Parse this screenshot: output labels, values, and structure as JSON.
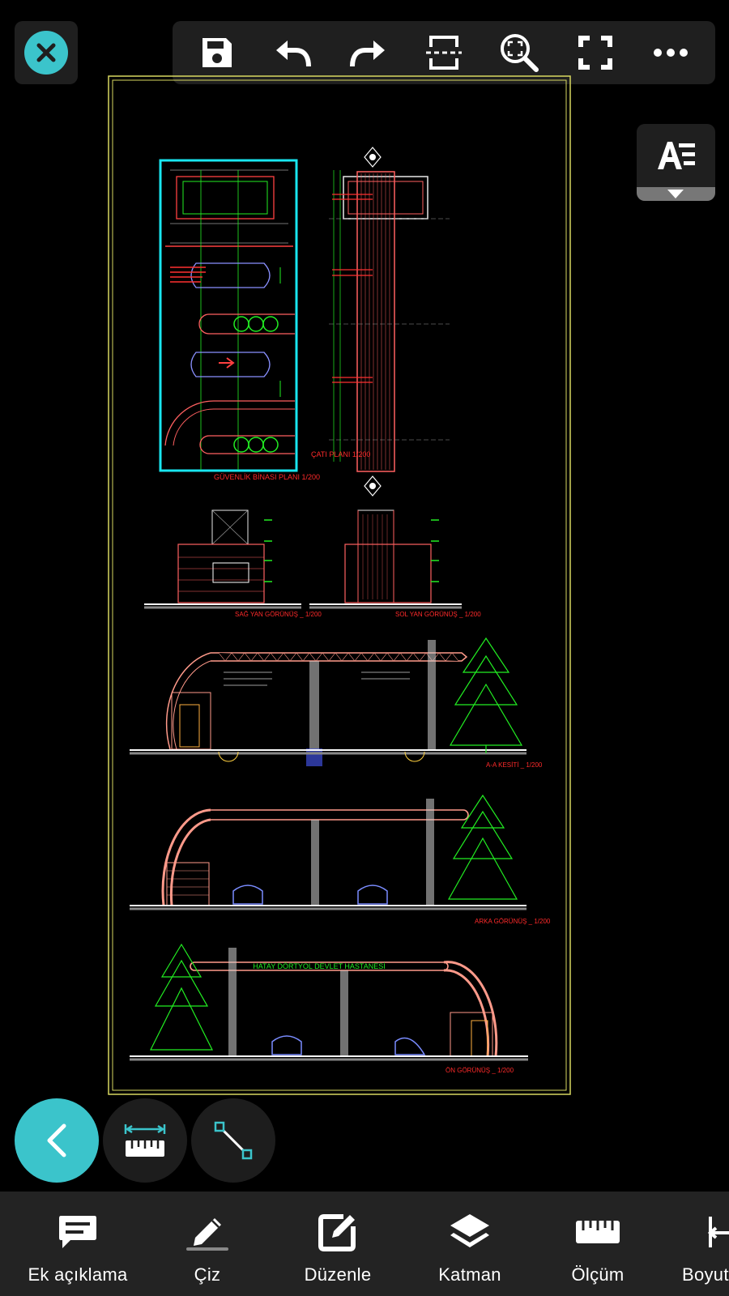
{
  "toolbar": {
    "buttons": [
      "save-icon",
      "undo-icon",
      "redo-icon",
      "section-icon",
      "zoom-extents-icon",
      "fullscreen-icon",
      "more-icon"
    ]
  },
  "drawing": {
    "labels": {
      "guvenlik_plani": "GÜVENLİK BİNASI PLANI    1/200",
      "cati_plani": "ÇATI PLANI    1/200",
      "sag_yan": "SAĞ YAN GÖRÜNÜŞ _ 1/200",
      "sol_yan": "SOL YAN GÖRÜNÜŞ _ 1/200",
      "aa_kesit": "A-A KESİTİ _ 1/200",
      "arka_gorunus": "ARKA GÖRÜNÜŞ _ 1/200",
      "on_gorunus": "ÖN GÖRÜNÜŞ _ 1/200",
      "hospital_sign": "HATAY DÖRTYOL DEVLET HASTANESİ"
    },
    "colors": {
      "frame": "#d8d860",
      "highlight": "#19e6f0",
      "red": "#ff2a2a",
      "green": "#22ee22",
      "salmon": "#ff9a8a",
      "blue": "#6a7cff"
    }
  },
  "bottom_nav": {
    "items": [
      {
        "label": "Ek açıklama",
        "icon": "comment-icon"
      },
      {
        "label": "Çiz",
        "icon": "pencil-icon"
      },
      {
        "label": "Düzenle",
        "icon": "edit-icon"
      },
      {
        "label": "Katman",
        "icon": "layers-icon"
      },
      {
        "label": "Ölçüm",
        "icon": "ruler-icon"
      },
      {
        "label": "Boyut",
        "icon": "dimension-icon"
      }
    ]
  }
}
